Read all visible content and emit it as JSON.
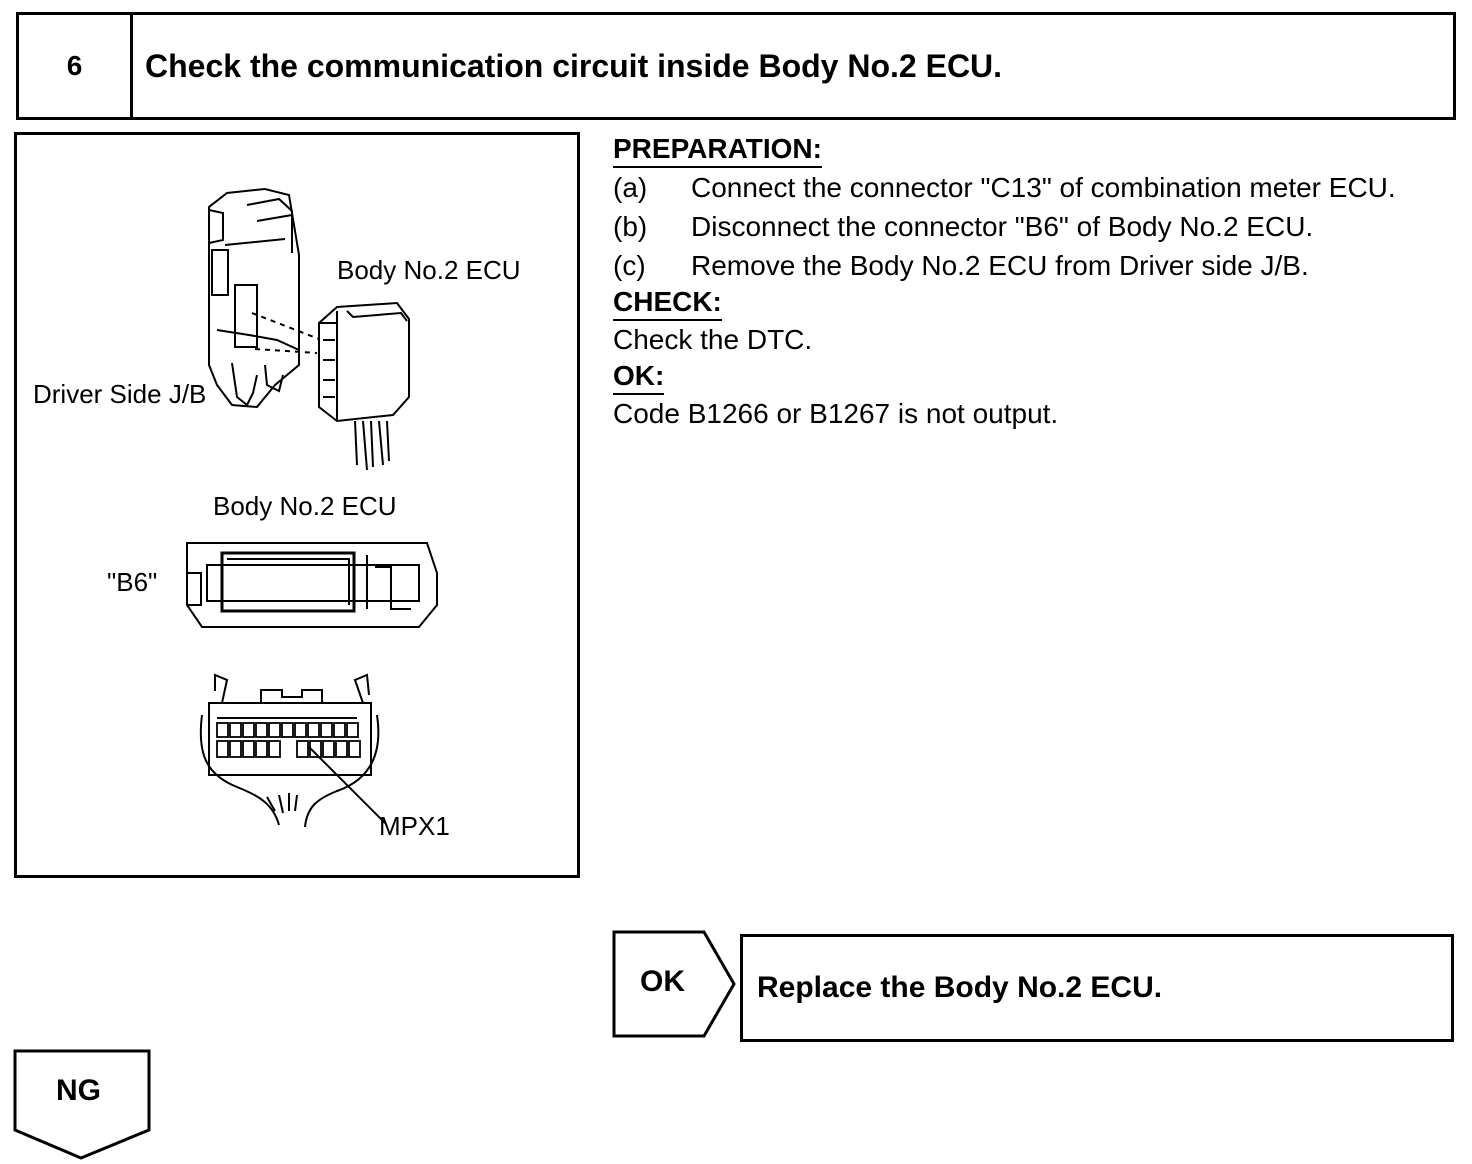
{
  "step": {
    "number": "6",
    "title": "Check the communication circuit inside Body No.2 ECU."
  },
  "figure": {
    "label_ecu_top": "Body No.2 ECU",
    "label_jb": "Driver Side J/B",
    "label_ecu_mid": "Body No.2 ECU",
    "label_connector": "\"B6\"",
    "label_terminal": "MPX1"
  },
  "preparation": {
    "heading": "PREPARATION:",
    "steps": [
      {
        "key": "(a)",
        "text": "Connect the connector \"C13\" of combination meter ECU."
      },
      {
        "key": "(b)",
        "text": "Disconnect the connector \"B6\" of Body No.2 ECU."
      },
      {
        "key": "(c)",
        "text": "Remove the Body No.2 ECU from Driver side J/B."
      }
    ]
  },
  "check": {
    "heading": "CHECK:",
    "text": "Check the DTC."
  },
  "ok": {
    "heading": "OK:",
    "text": "Code B1266 or B1267 is not output."
  },
  "outcome_ok": {
    "label": "OK",
    "action": "Replace the Body No.2 ECU."
  },
  "outcome_ng": {
    "label": "NG"
  }
}
